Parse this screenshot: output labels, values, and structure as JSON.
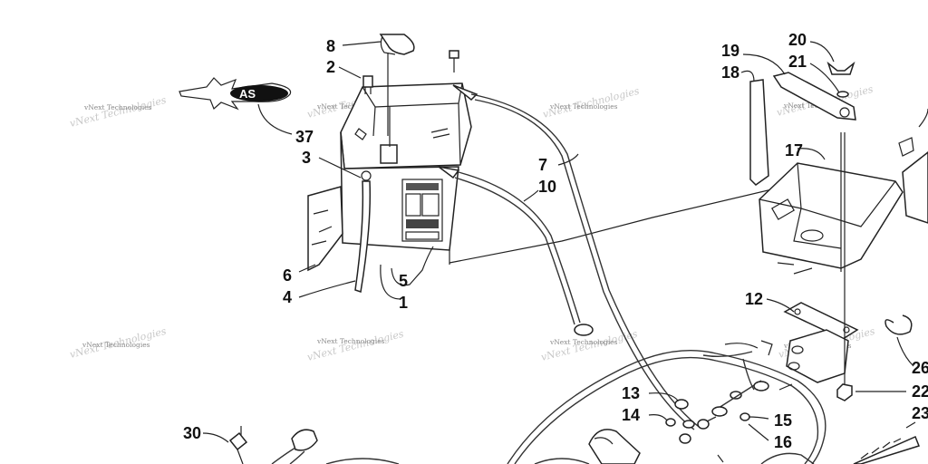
{
  "watermark_text": "vNext Technologies",
  "logo_text": "AS",
  "callouts": [
    "8",
    "2",
    "3",
    "6",
    "4",
    "5",
    "1",
    "37",
    "7",
    "10",
    "19",
    "18",
    "20",
    "21",
    "17",
    "12",
    "26",
    "22",
    "23",
    "13",
    "14",
    "15",
    "16",
    "30"
  ]
}
